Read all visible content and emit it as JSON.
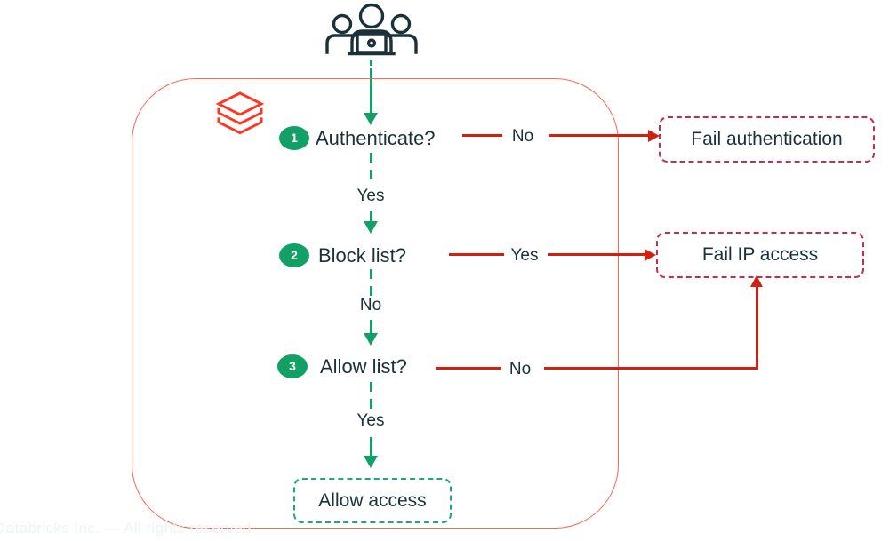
{
  "diagram": {
    "steps": [
      {
        "num": "1",
        "label": "Authenticate?",
        "branch_label": "No",
        "down_label": "Yes"
      },
      {
        "num": "2",
        "label": "Block list?",
        "branch_label": "Yes",
        "down_label": "No"
      },
      {
        "num": "3",
        "label": "Allow list?",
        "branch_label": "No",
        "down_label": "Yes"
      }
    ],
    "outcomes": {
      "fail_auth": "Fail authentication",
      "fail_ip": "Fail IP access",
      "allow": "Allow access"
    }
  },
  "footer": {
    "watermark": "Databricks Inc. — All rights reserved"
  },
  "icons": {
    "users": "users-at-laptop-icon",
    "logo": "databricks-logo-icon"
  },
  "colors": {
    "accent_green": "#12A066",
    "arrow_red": "#D2200E",
    "fail_border_crimson": "#C62B51",
    "boundary_coral": "#FF6550",
    "logo_red": "#FF3621",
    "text_navy": "#1B3139"
  }
}
